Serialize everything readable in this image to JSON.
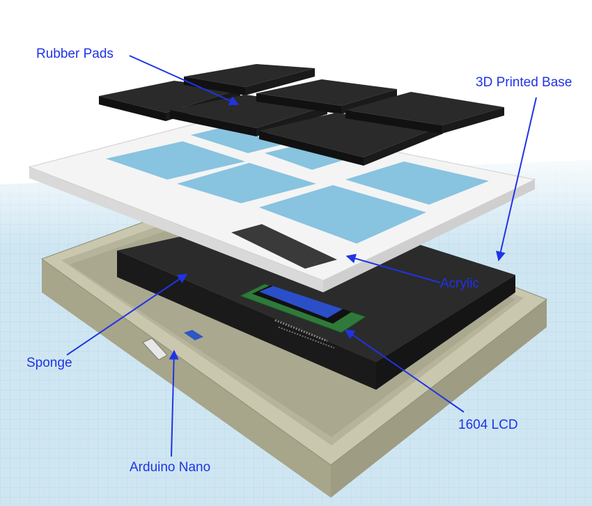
{
  "labels": {
    "rubber_pads": "Rubber Pads",
    "printed_base": "3D Printed Base",
    "acrylic": "Acrylic",
    "sponge": "Sponge",
    "lcd": "1604 LCD",
    "arduino": "Arduino Nano"
  },
  "colors": {
    "label": "#1f33e6",
    "arrow": "#1f33e6",
    "grid_background": "#cfe6f2",
    "grid_line": "#9ccae0",
    "base": "#bdbba0",
    "acrylic": "#f4f4f4",
    "pad": "#2a2a2a",
    "sponge": "#222222",
    "pcb": "#2f7a3a"
  }
}
